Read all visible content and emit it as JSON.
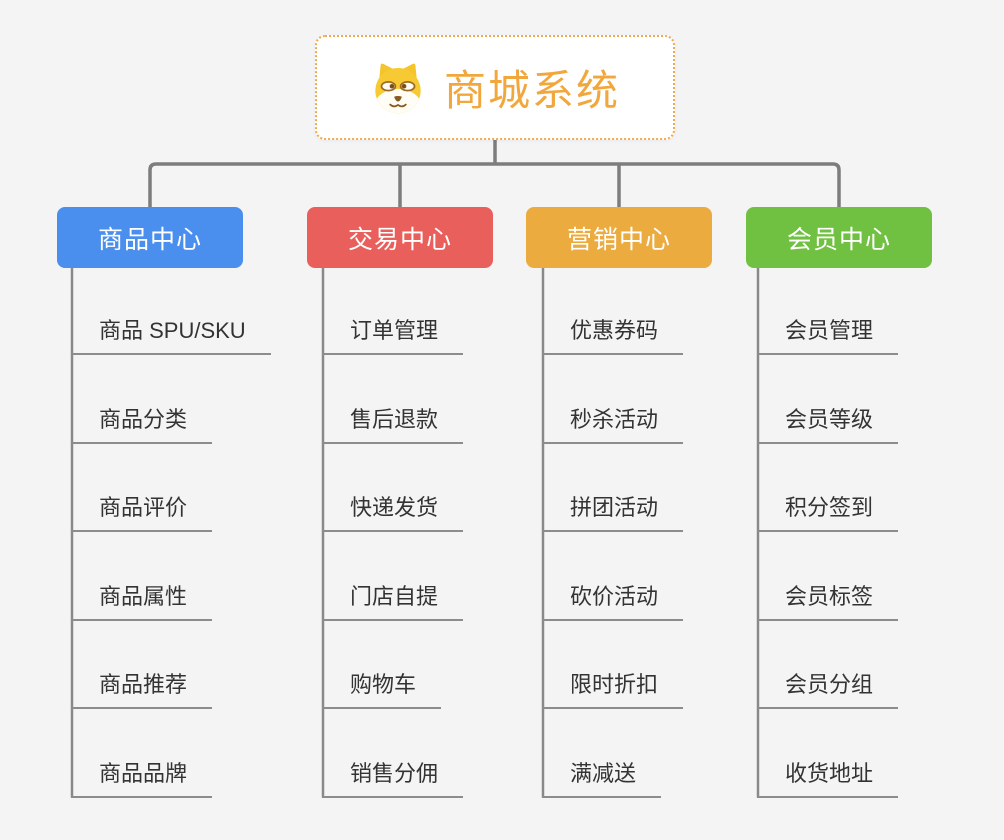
{
  "root": {
    "label": "商城系统",
    "icon": "dog-face-icon"
  },
  "branches": [
    {
      "label": "商品中心",
      "color": "#4a8fee",
      "items": [
        "商品 SPU/SKU",
        "商品分类",
        "商品评价",
        "商品属性",
        "商品推荐",
        "商品品牌"
      ]
    },
    {
      "label": "交易中心",
      "color": "#e95f5c",
      "items": [
        "订单管理",
        "售后退款",
        "快递发货",
        "门店自提",
        "购物车",
        "销售分佣"
      ]
    },
    {
      "label": "营销中心",
      "color": "#ecab3f",
      "items": [
        "优惠券码",
        "秒杀活动",
        "拼团活动",
        "砍价活动",
        "限时折扣",
        "满减送"
      ]
    },
    {
      "label": "会员中心",
      "color": "#70c041",
      "items": [
        "会员管理",
        "会员等级",
        "积分签到",
        "会员标签",
        "会员分组",
        "收货地址"
      ]
    }
  ],
  "colors": {
    "background": "#f4f4f5",
    "root_text": "#f2a73c",
    "root_border": "#f1aa4e",
    "connector": "#7d7d7d",
    "trunk": "#898989",
    "underline": "#8c8c8c",
    "leaf_text": "#333333"
  }
}
